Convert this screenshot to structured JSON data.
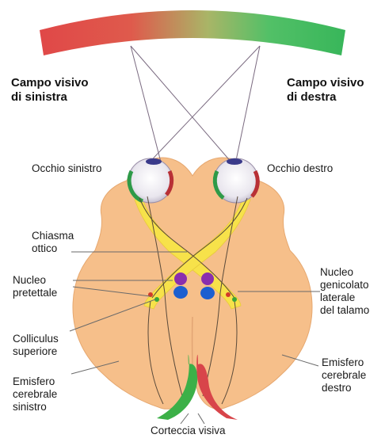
{
  "field_labels": {
    "left": [
      "Campo visivo",
      "di sinistra"
    ],
    "right": [
      "Campo visivo",
      "di destra"
    ]
  },
  "labels": {
    "left_eye": "Occhio sinistro",
    "right_eye": "Occhio destro",
    "optic_chiasm": [
      "Chiasma",
      "ottico"
    ],
    "pretectal_nucleus": [
      "Nucleo",
      "pretettale"
    ],
    "superior_colliculus": [
      "Colliculus",
      "superiore"
    ],
    "left_hemisphere": [
      "Emisfero",
      "cerebrale",
      "sinistro"
    ],
    "lgn": [
      "Nucleo",
      "genicolato",
      "laterale",
      "del talamo"
    ],
    "right_hemisphere": [
      "Emisfero",
      "cerebrale",
      "destro"
    ],
    "visual_cortex": "Corteccia visiva"
  },
  "colors": {
    "field_left": "#e04848",
    "field_right": "#3cc060",
    "brain": "#f6bf8a",
    "tract": "#f7e24a",
    "pretectal": "#8a2fae",
    "colliculus": "#1c5fd0",
    "cortex_left": "#3cb048",
    "cortex_right": "#d8454a"
  }
}
